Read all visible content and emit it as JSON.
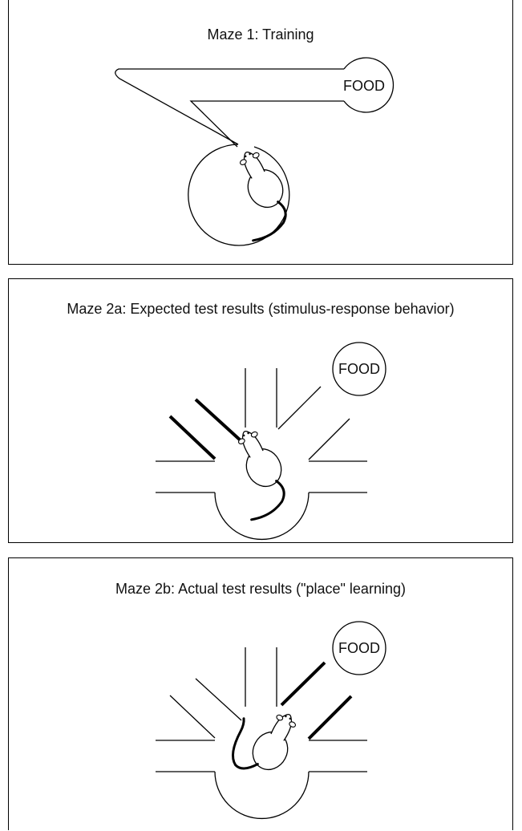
{
  "panels": [
    {
      "title": "Maze 1: Training",
      "food_label": "FOOD",
      "rat_icon": "rat-icon"
    },
    {
      "title": "Maze 2a: Expected test results (stimulus-response behavior)",
      "food_label": "FOOD",
      "rat_icon": "rat-icon"
    },
    {
      "title": "Maze 2b: Actual test results (\"place\" learning)",
      "food_label": "FOOD",
      "rat_icon": "rat-icon"
    }
  ],
  "colors": {
    "line": "#000000",
    "background": "#ffffff"
  }
}
